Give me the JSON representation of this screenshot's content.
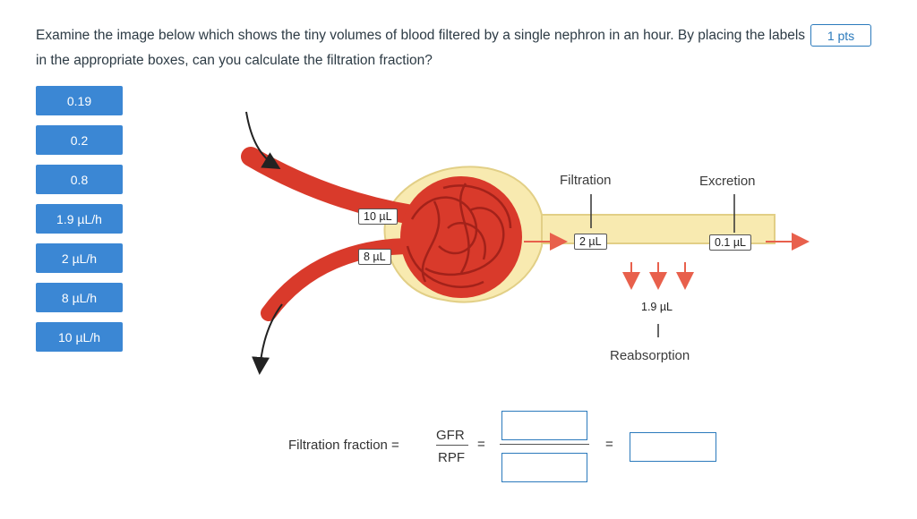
{
  "question": {
    "text": "Examine the image below which shows the tiny volumes of blood filtered by a single nephron in an hour. By placing the labels in the appropriate boxes, can you calculate the filtration fraction?",
    "points": "1 pts"
  },
  "options": [
    "0.19",
    "0.2",
    "0.8",
    "1.9 µL/h",
    "2 µL/h",
    "8 µL/h",
    "10 µL/h"
  ],
  "diagram": {
    "filtration_label": "Filtration",
    "excretion_label": "Excretion",
    "reabsorption_label": "Reabsorption",
    "in_volume": "10 µL",
    "out_volume": "8 µL",
    "filtered_volume": "2 µL",
    "excreted_volume": "0.1 µL",
    "reabsorbed_volume": "1.9 µL"
  },
  "formula": {
    "label": "Filtration fraction =",
    "numerator": "GFR",
    "denominator": "RPF",
    "equals": "=",
    "equals2": "="
  },
  "colors": {
    "accent": "#3b87d4",
    "vessel": "#d93a2b",
    "tubule": "#f8eab0",
    "tubule_border": "#e2cf86",
    "arrow": "#e8604c"
  }
}
